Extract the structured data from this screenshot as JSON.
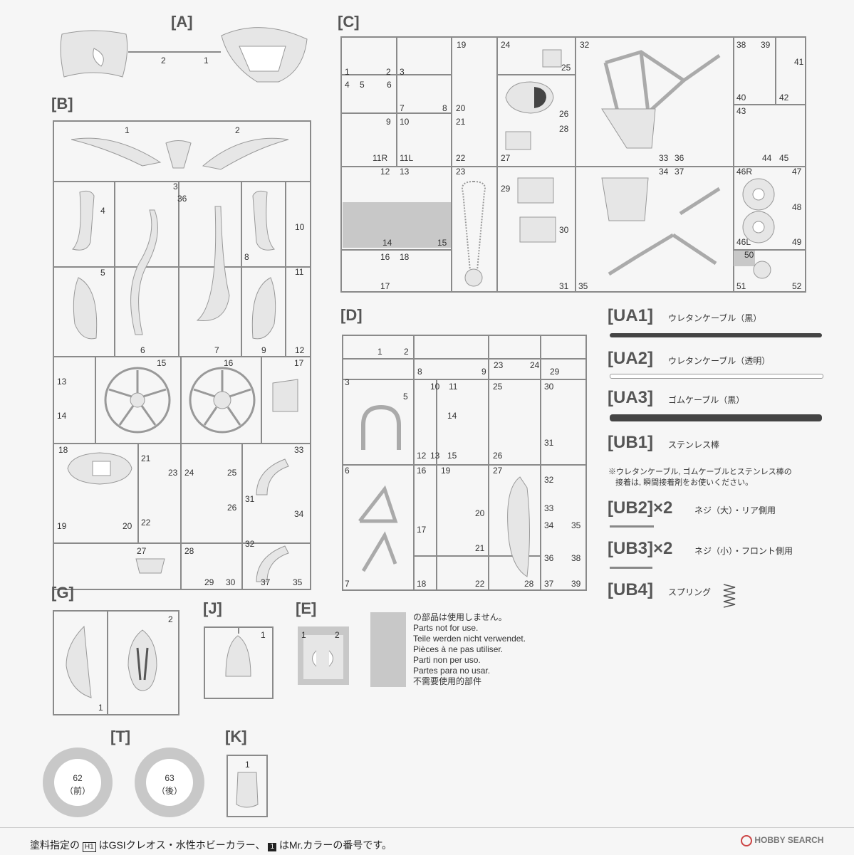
{
  "sections": {
    "A": "[A]",
    "B": "[B]",
    "C": "[C]",
    "D": "[D]",
    "G": "[G]",
    "J": "[J]",
    "E": "[E]",
    "T": "[T]",
    "K": "[K]"
  },
  "parts_A": [
    "2",
    "1"
  ],
  "parts_B": [
    "1",
    "2",
    "3",
    "4",
    "36",
    "8",
    "10",
    "5",
    "11",
    "6",
    "7",
    "9",
    "12",
    "13",
    "15",
    "16",
    "17",
    "14",
    "18",
    "21",
    "23",
    "24",
    "25",
    "33",
    "31",
    "26",
    "34",
    "19",
    "20",
    "22",
    "32",
    "27",
    "28",
    "29",
    "30",
    "37",
    "35"
  ],
  "parts_C": [
    "19",
    "24",
    "32",
    "38",
    "39",
    "41",
    "1",
    "2",
    "3",
    "25",
    "40",
    "42",
    "4",
    "5",
    "6",
    "7",
    "8",
    "20",
    "26",
    "43",
    "9",
    "10",
    "21",
    "28",
    "11R",
    "11L",
    "22",
    "27",
    "33",
    "36",
    "44",
    "45",
    "12",
    "13",
    "23",
    "34",
    "37",
    "46R",
    "47",
    "29",
    "48",
    "14",
    "15",
    "30",
    "46L",
    "49",
    "16",
    "18",
    "50",
    "17",
    "31",
    "35",
    "51",
    "52"
  ],
  "parts_D": [
    "1",
    "2",
    "8",
    "9",
    "23",
    "24",
    "29",
    "3",
    "5",
    "10",
    "11",
    "25",
    "30",
    "14",
    "12",
    "13",
    "15",
    "26",
    "31",
    "6",
    "16",
    "19",
    "27",
    "32",
    "20",
    "33",
    "17",
    "34",
    "35",
    "21",
    "36",
    "38",
    "7",
    "18",
    "22",
    "28",
    "37",
    "39"
  ],
  "parts_G": [
    "2",
    "1"
  ],
  "parts_J": [
    "1"
  ],
  "parts_E": [
    "1",
    "2"
  ],
  "parts_K": [
    "1"
  ],
  "tires": [
    {
      "num": "62",
      "label": "（前）"
    },
    {
      "num": "63",
      "label": "（後）"
    }
  ],
  "notes": {
    "ja": "の部品は使用しません。",
    "en": "Parts not for use.",
    "de": "Teile werden nicht verwendet.",
    "fr": "Pièces à ne pas utiliser.",
    "it": "Parti non per uso.",
    "es": "Partes para no usar.",
    "zh": "不需要使用的部件"
  },
  "accessories": [
    {
      "code": "[UA1]",
      "desc": "ウレタンケーブル（黒）"
    },
    {
      "code": "[UA2]",
      "desc": "ウレタンケーブル（透明）"
    },
    {
      "code": "[UA3]",
      "desc": "ゴムケーブル（黒）"
    },
    {
      "code": "[UB1]",
      "desc": "ステンレス棒"
    },
    {
      "code": "[UB2]×2",
      "desc": "ネジ（大）・リア側用"
    },
    {
      "code": "[UB3]×2",
      "desc": "ネジ（小）・フロント側用"
    },
    {
      "code": "[UB4]",
      "desc": "スプリング"
    }
  ],
  "accessory_note": {
    "line1": "※ウレタンケーブル, ゴムケーブルとステンレス棒の",
    "line2": "接着は, 瞬間接着剤をお使いください。"
  },
  "footer": {
    "paint_pre": "塗料指定の",
    "h_badge": "H",
    "badge_num": "1",
    "paint_mid": "はGSIクレオス・水性ホビーカラー、",
    "paint_post": "はMr.カラーの番号です。",
    "watermark_brand": "HOBBY SEARCH"
  },
  "colors": {
    "line": "#8a8a8a",
    "part_fill": "#e6e6e6",
    "unused_gray": "#c8c8c8",
    "black_cable": "#444444"
  }
}
